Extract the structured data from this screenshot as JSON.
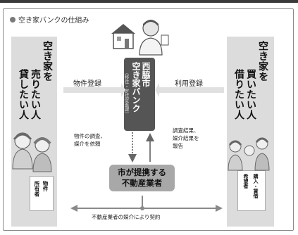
{
  "title": "空き家バンクの仕組み",
  "owner": {
    "heading_col1": "空き家を",
    "heading_col2": "売りたい人",
    "heading_col3": "貸したい人",
    "role_a": "物件",
    "role_b": "所有者"
  },
  "user": {
    "heading_col1": "空き家を",
    "heading_col2": "買いたい人",
    "heading_col3": "借りたい人",
    "role_a": "購入・賃借",
    "role_b": "希望者"
  },
  "bank": {
    "line1": "西脇市",
    "line2": "空き家バンク",
    "sub": "（移住・定住促進課）"
  },
  "realtor": {
    "line1": "市が提携する",
    "line2": "不動産業者"
  },
  "arrows": {
    "left": "物件登録",
    "right": "利用登録",
    "request": "物件の調査、\n媒介を依頼",
    "report": "調査結果、\n媒介結果を\n報告",
    "bottom": "不動産業者の媒介により契約"
  },
  "icons": [
    "dot-icon",
    "house-icon",
    "staff-person-icon",
    "owners-couple-icon",
    "family-icon"
  ]
}
